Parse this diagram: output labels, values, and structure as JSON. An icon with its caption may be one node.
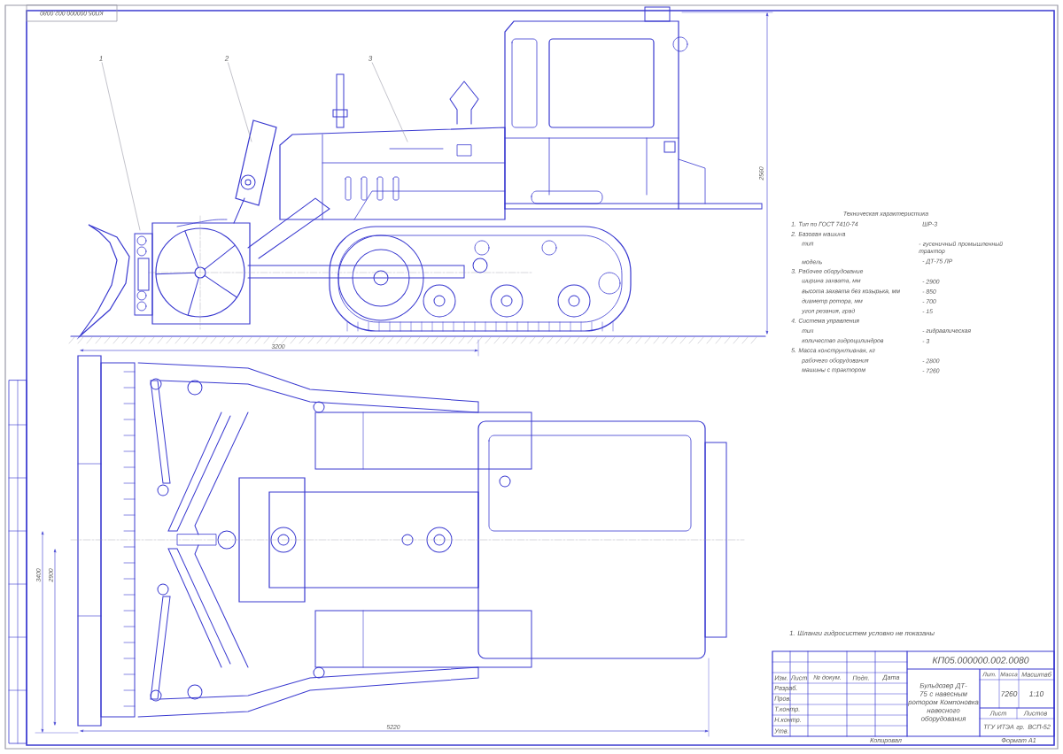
{
  "diagram": {
    "nodes": [
      {
        "text": [
          "1"
        ]
      },
      {
        "text": [
          "2"
        ]
      },
      {
        "text": [
          "3"
        ]
      }
    ],
    "edges": [
      {
        "from": 0,
        "to": null,
        "arrow": "none"
      },
      {
        "from": 1,
        "to": null,
        "arrow": "none"
      },
      {
        "from": 2,
        "to": null,
        "arrow": "none"
      }
    ],
    "labels": [
      "КП05.000000.002.0080",
      "3200",
      "2560",
      "5220",
      "3400",
      "2900",
      "Техническая характеристика",
      "1. Тип по ГОСТ 7410-74",
      "ШР-3",
      "2. Базовая машина",
      "тип",
      "- гусеничный промышленный трактор",
      "модель",
      "- ДТ-75 ЛР",
      "3. Рабочее оборудование",
      "ширина захвата, мм",
      "- 2900",
      "высота захвата без козырька, мм",
      "- 850",
      "диаметр ротора, мм",
      "- 700",
      "угол резания, град",
      "- 15",
      "4. Система управления",
      "тип",
      "- гидравлическая",
      "количество гидроцилиндров",
      "- 3",
      "5. Масса конструктивная, кг",
      "рабочего оборудования",
      "- 2800",
      "машины с трактором",
      "- 7260",
      "1. Шланги гидросистем условно не показаны",
      "КП05.000000.002.0080",
      "Бульдозер ДТ-75 с навесным ротором Компоновка навесного оборудования",
      "Изм.",
      "Лист",
      "№ докум.",
      "Подп.",
      "Дата",
      "Разраб.",
      "Пров.",
      "Т.контр.",
      "Н.контр.",
      "Утв.",
      "Лит.",
      "Масса",
      "Масштаб",
      "7260",
      "1:10",
      "Лист",
      "Листов",
      "ТГУ ИТЭА гр. ВСП-52",
      "Копировал",
      "Формат А1"
    ]
  }
}
